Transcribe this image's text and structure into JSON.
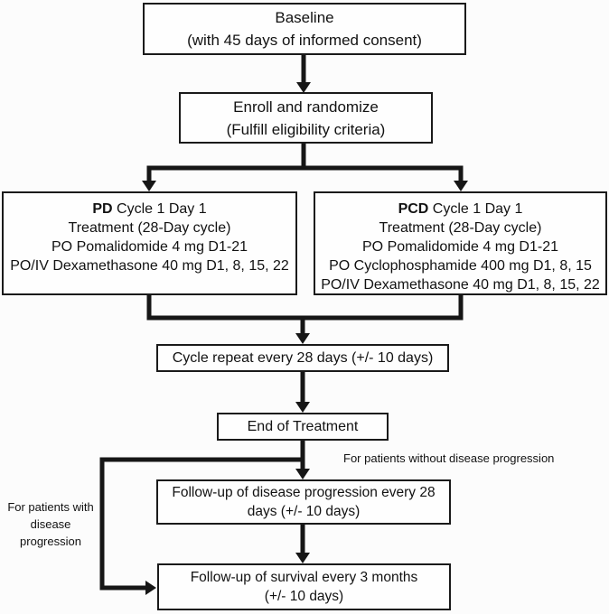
{
  "figure": {
    "background": "#fcfcfc",
    "line_color": "#161616",
    "boxes": {
      "baseline": {
        "lines": [
          "Baseline",
          "(with 45 days of informed consent)"
        ]
      },
      "enroll": {
        "lines": [
          "Enroll and randomize",
          "(Fulfill eligibility criteria)"
        ]
      },
      "pd_arm": {
        "abbr": "PD",
        "title_rest": " Cycle 1 Day 1",
        "lines": [
          "Treatment (28-Day cycle)",
          "PO Pomalidomide 4 mg D1-21",
          "PO/IV Dexamethasone 40 mg D1, 8, 15, 22"
        ]
      },
      "pcd_arm": {
        "abbr": "PCD",
        "title_rest": " Cycle 1 Day 1",
        "lines": [
          "Treatment (28-Day cycle)",
          "PO Pomalidomide 4 mg D1-21",
          "PO Cyclophosphamide 400 mg D1, 8, 15",
          "PO/IV Dexamethasone 40 mg D1, 8, 15, 22"
        ]
      },
      "cycle_repeat": {
        "lines": [
          "Cycle repeat every 28 days (+/- 10 days)"
        ]
      },
      "end_of_treatment": {
        "lines": [
          "End of Treatment"
        ]
      },
      "followup_progression": {
        "lines": [
          "Follow-up of disease progression every 28",
          "days (+/- 10 days)"
        ]
      },
      "followup_survival": {
        "lines": [
          "Follow-up of survival every 3 months",
          "(+/- 10 days)"
        ]
      }
    },
    "labels": {
      "without_progression": "For patients without disease progression",
      "with_progression_lines": [
        "For patients with",
        "disease",
        "progression"
      ]
    }
  }
}
